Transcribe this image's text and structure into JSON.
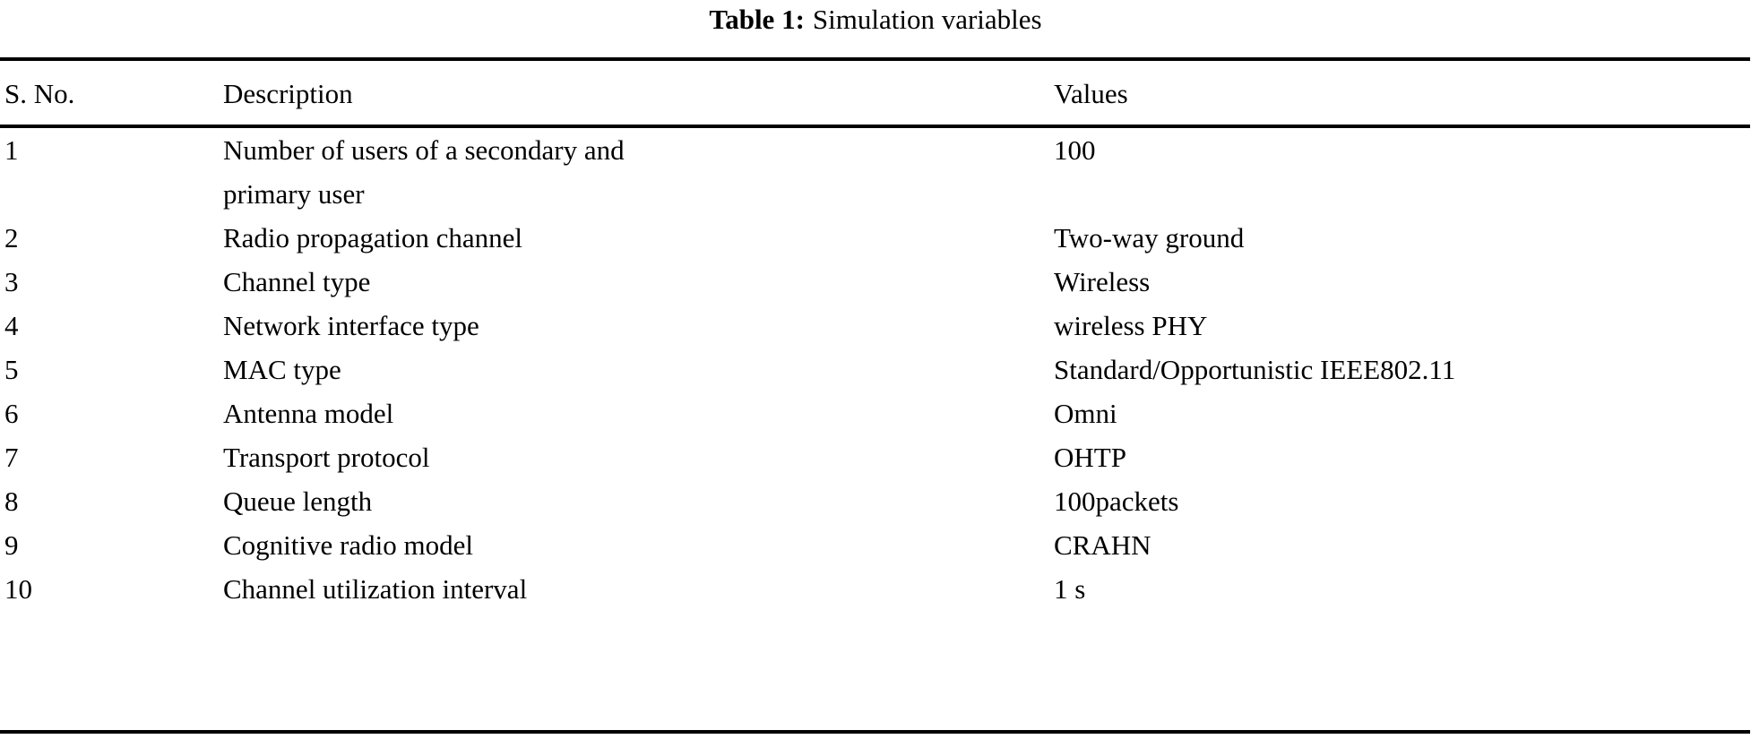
{
  "caption": {
    "label": "Table 1:",
    "text": "Simulation variables"
  },
  "table": {
    "headers": {
      "sno": "S. No.",
      "description": "Description",
      "values": "Values"
    },
    "rows": [
      {
        "sno": "1",
        "description": "Number of users of a secondary and",
        "description_line2": "primary user",
        "value": "100"
      },
      {
        "sno": "2",
        "description": "Radio propagation channel",
        "value": "Two-way ground"
      },
      {
        "sno": "3",
        "description": "Channel type",
        "value": "Wireless"
      },
      {
        "sno": "4",
        "description": "Network interface type",
        "value": "wireless PHY"
      },
      {
        "sno": "5",
        "description": "MAC type",
        "value": "Standard/Opportunistic IEEE802.11"
      },
      {
        "sno": "6",
        "description": "Antenna model",
        "value": "Omni"
      },
      {
        "sno": "7",
        "description": "Transport protocol",
        "value": "OHTP"
      },
      {
        "sno": "8",
        "description": "Queue length",
        "value": "100packets"
      },
      {
        "sno": "9",
        "description": "Cognitive radio model",
        "value": "CRAHN"
      },
      {
        "sno": "10",
        "description": "Channel utilization interval",
        "value": "1 s"
      }
    ]
  },
  "style": {
    "text_color": "#000000",
    "rule_color": "#000000",
    "background": "#ffffff"
  }
}
